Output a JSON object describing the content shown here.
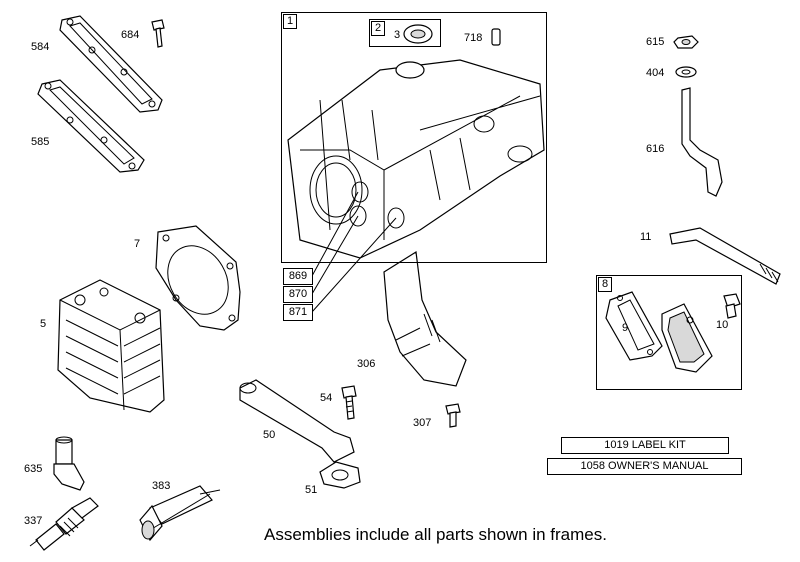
{
  "parts": {
    "p584": "584",
    "p684": "684",
    "p585": "585",
    "p7": "7",
    "p5": "5",
    "p635": "635",
    "p337": "337",
    "p383": "383",
    "p50": "50",
    "p51": "51",
    "p54": "54",
    "p306": "306",
    "p307": "307",
    "p3": "3",
    "p718": "718",
    "p615": "615",
    "p404": "404",
    "p616": "616",
    "p11": "11",
    "p9": "9",
    "p10": "10"
  },
  "frames": {
    "f1": "1",
    "f2": "2",
    "f8": "8"
  },
  "callouts": {
    "c869": "869",
    "c870": "870",
    "c871": "871"
  },
  "kits": {
    "label_kit": "1019 LABEL KIT",
    "manual": "1058 OWNER'S MANUAL"
  },
  "footer": "Assemblies include all parts shown in frames."
}
